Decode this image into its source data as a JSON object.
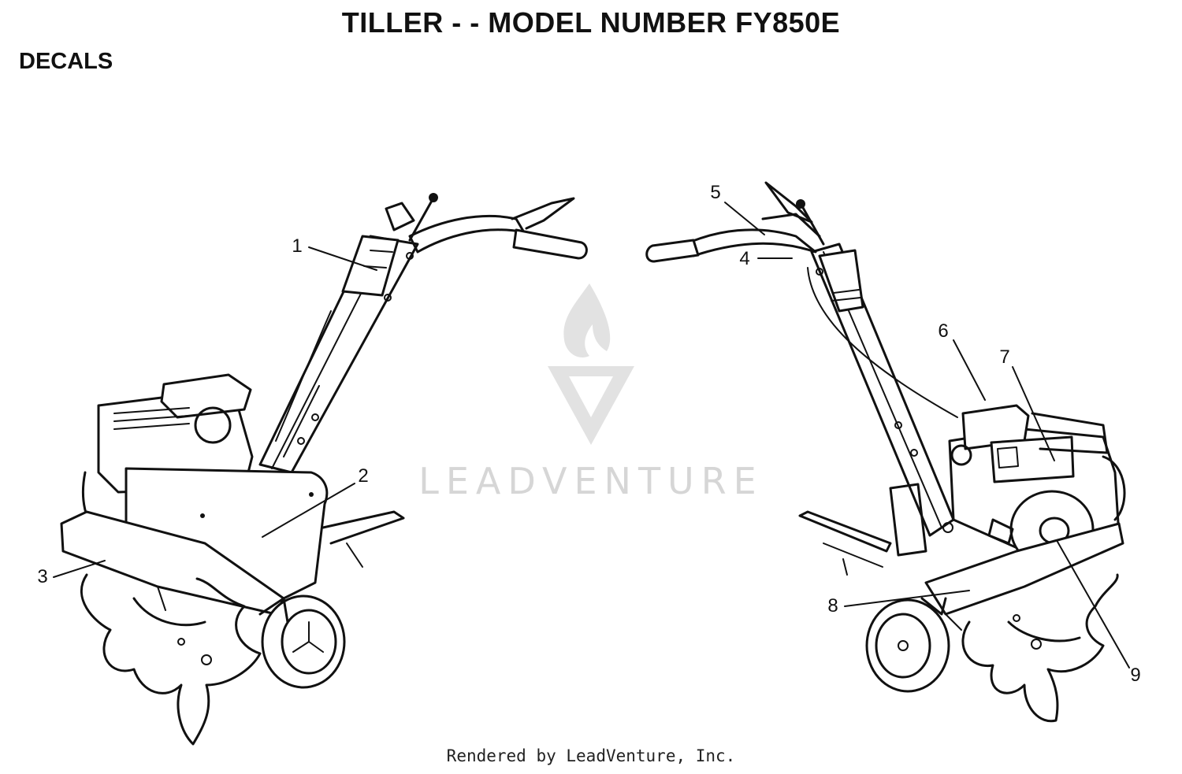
{
  "header": {
    "title": "TILLER - - MODEL NUMBER FY850E",
    "section": "DECALS"
  },
  "watermark": {
    "text": "LEADVENTURE",
    "icon": "flame-v-logo-icon",
    "color": "#d6d6d6"
  },
  "callouts": [
    "1",
    "2",
    "3",
    "4",
    "5",
    "6",
    "7",
    "8",
    "9"
  ],
  "footer": {
    "text": "Rendered by LeadVenture, Inc."
  }
}
